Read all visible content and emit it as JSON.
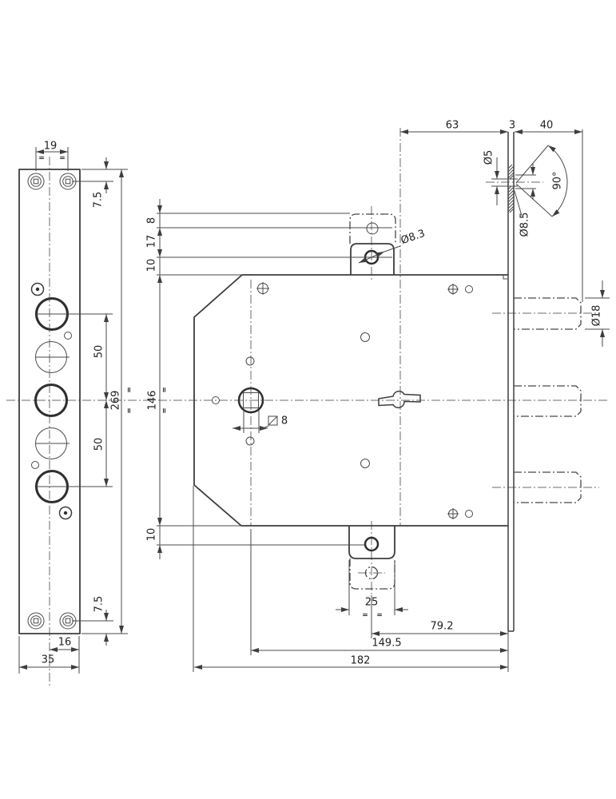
{
  "drawing": {
    "type": "technical-drawing",
    "subject": "mortise door lock with three deviator bolts, front plate and body side view",
    "line_color": "#3d3d3d",
    "background": "#ffffff"
  },
  "dimensions": {
    "front_view": {
      "screw_pitch_top": "19",
      "screw_offset_top": "7.5",
      "bolt_spacing_upper": "50",
      "bolt_spacing_lower": "50",
      "plate_height": "269",
      "screw_offset_bottom": "7.5",
      "center_to_edge": "16",
      "plate_width": "35"
    },
    "side_view": {
      "body_height": "146",
      "tab_offset_a": "8",
      "tab_offset_b": "17",
      "tab_offset_c": "10",
      "tab_offset_d": "10",
      "tab_hole_dia": "Ø8.3",
      "spindle_square_size": "8",
      "tab_width": "25",
      "tab_to_plate": "79.2",
      "spindle_to_plate": "149.5",
      "body_depth": "182"
    },
    "top_detail": {
      "axis_to_plate": "63",
      "plate_thickness": "3",
      "bolt_throw": "40",
      "front_hole_dia": "Ø5",
      "back_hole_dia": "Ø8.5",
      "countersink_angle": "90°"
    },
    "right_detail": {
      "bolt_dia": "Ø18"
    },
    "equals_mark": "="
  }
}
